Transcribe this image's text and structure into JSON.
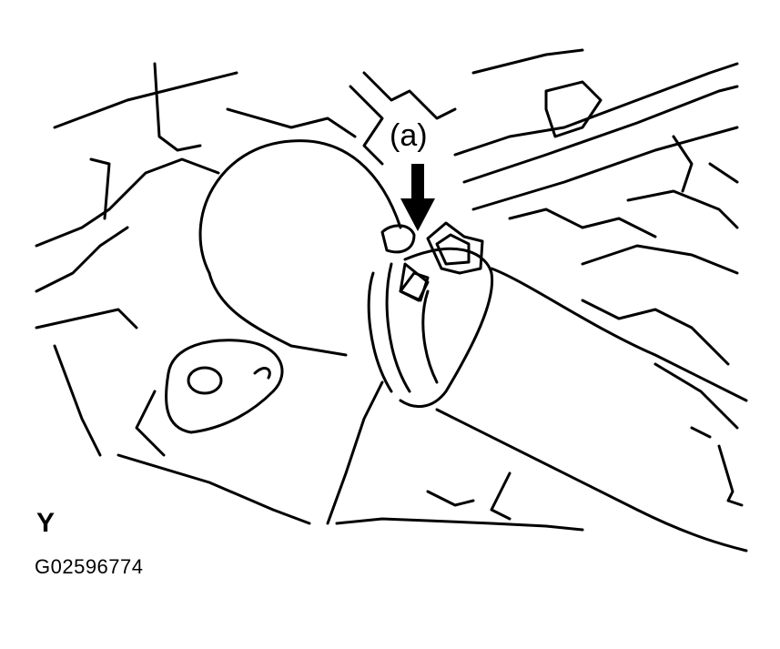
{
  "diagram": {
    "callout_label": "(a)",
    "view_letter": "Y",
    "figure_code": "G02596774",
    "colors": {
      "line": "#000000",
      "background": "#ffffff"
    },
    "icons": {
      "pointer": "down-arrow-icon"
    }
  }
}
